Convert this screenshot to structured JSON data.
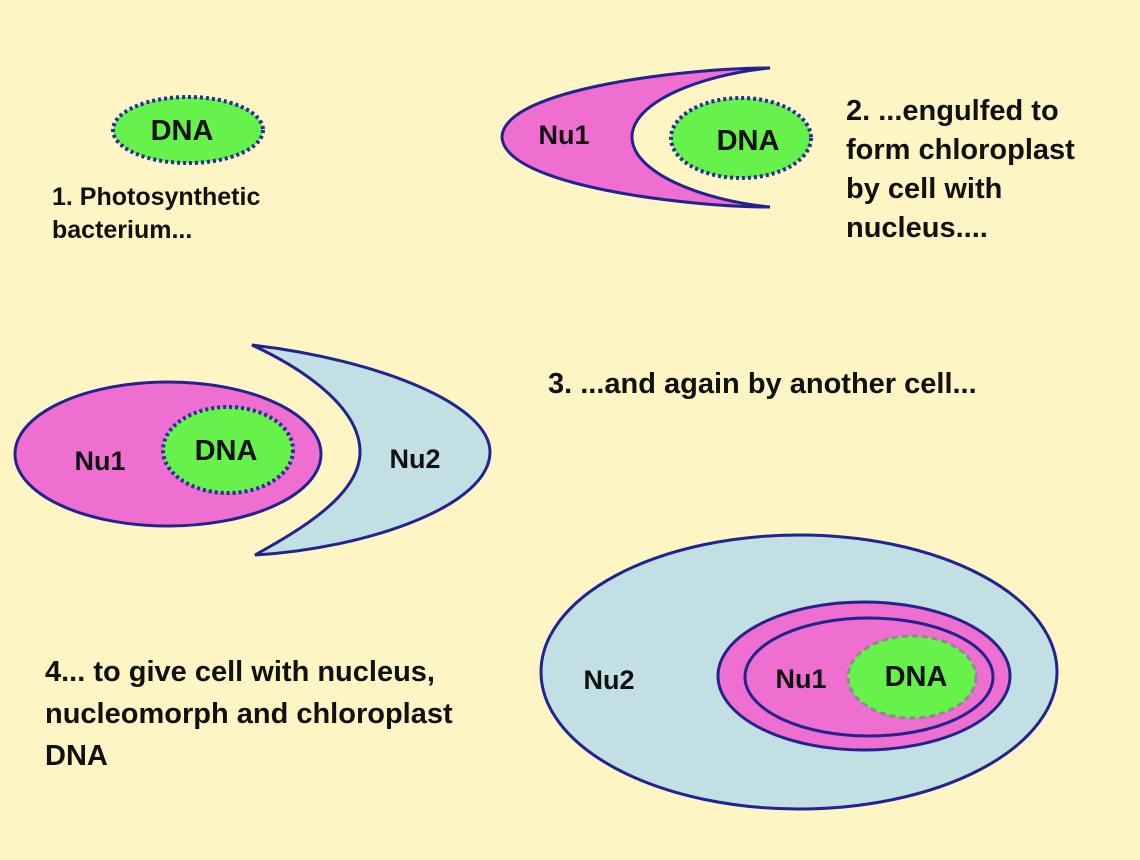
{
  "colors": {
    "background": "#fdf5c4",
    "host_nucleus_cell": "#ee6fcf",
    "secondary_host_cell": "#c2dfe3",
    "chloroplast": "#66f24a",
    "membrane_outline": "#23238f",
    "chloroplast_outline_dotted": "#2a2aa0",
    "chloroplast_outline_dashed": "#8c8c8c"
  },
  "labels": {
    "dna": "DNA",
    "nu1": "Nu1",
    "nu2": "Nu2"
  },
  "steps": {
    "s1": "1. Photosynthetic\nbacterium...",
    "s2": "2. ...engulfed to\nform chloroplast\nby cell with\nnucleus....",
    "s3": "3. ...and again by another cell...",
    "s4": "4... to give cell with nucleus,\nnucleomorph and chloroplast\nDNA"
  }
}
